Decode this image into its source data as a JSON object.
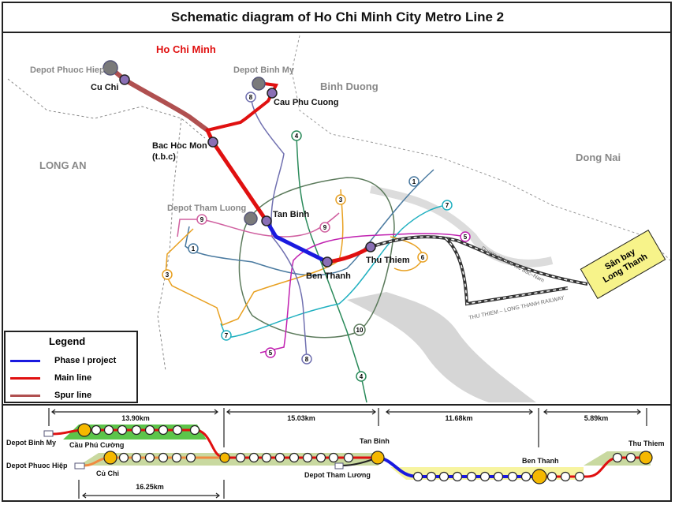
{
  "title": "Schematic diagram of Ho Chi Minh City Metro Line 2",
  "map": {
    "regions": {
      "ho_chi_minh": "Ho Chi Minh",
      "binh_duong": "Binh Duong",
      "long_an": "LONG AN",
      "dong_nai": "Dong Nai"
    },
    "depots": {
      "phuoc_hiep": "Depot Phuoc Hiep",
      "binh_my": "Depot Binh My",
      "tham_luong": "Depot Tham Luong"
    },
    "stations": {
      "cu_chi": "Cu Chi",
      "cau_phu_cuong": "Cau Phu Cuong",
      "bac_hoc_mon": "Bac Hoc Mon",
      "bac_hoc_mon_note": "(t.b.c)",
      "tan_binh": "Tan Binh",
      "ben_thanh": "Ben Thanh",
      "thu_thiem": "Thu Thiem"
    },
    "railway_labels": {
      "high_speed": "Duong sat cao toc Bac–Nam",
      "long_thanh": "THU THIEM – LONG THANH RAILWAY"
    },
    "airport": "Sân bay Long Thanh",
    "line_badges": [
      "1",
      "3",
      "4",
      "5",
      "6",
      "7",
      "8",
      "9",
      "10"
    ]
  },
  "legend": {
    "title": "Legend",
    "items": [
      {
        "label": "Phase I project",
        "color": "#1a1adf"
      },
      {
        "label": "Main line",
        "color": "#e01010"
      },
      {
        "label": "Spur line",
        "color": "#b05050"
      }
    ]
  },
  "schematic": {
    "distances": [
      "13.90km",
      "15.03km",
      "11.68km",
      "5.89km",
      "16.25km"
    ],
    "labels": {
      "depot_binh_my": "Depot Binh My",
      "cau_phu_cuong": "Cầu Phú Cường",
      "depot_phuoc_hiep": "Depot Phuoc Hiệp",
      "cu_chi": "Củ Chi",
      "depot_tham_luong": "Depot Tham Lương",
      "tan_binh": "Tan Binh",
      "ben_thanh": "Ben Thanh",
      "thu_thiem": "Thu Thiem"
    }
  },
  "colors": {
    "phase1": "#1a1adf",
    "main": "#e01010",
    "spur": "#b05050",
    "station_major": "#f5b800",
    "station_map": "#8a6fb5"
  }
}
